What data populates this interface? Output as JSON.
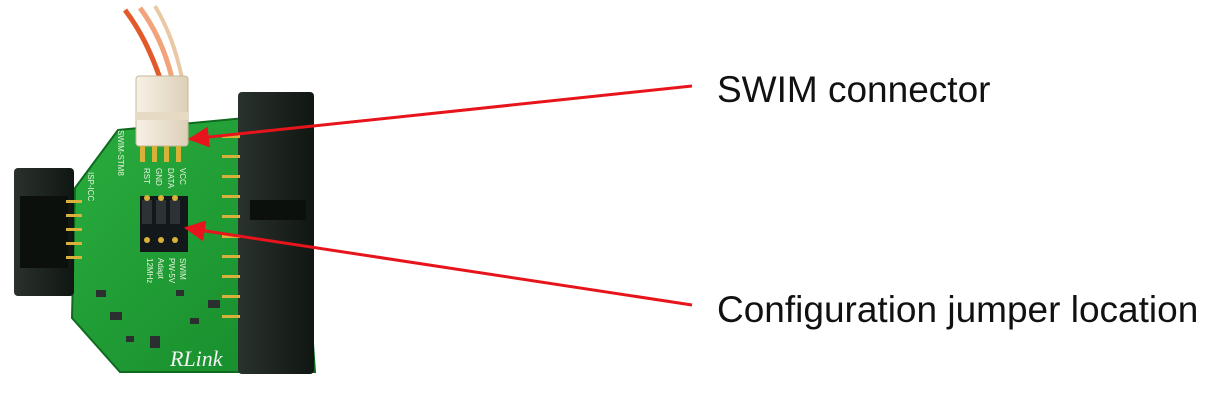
{
  "callouts": {
    "swim_connector": "SWIM connector",
    "config_jumper": "Configuration jumper location"
  },
  "board": {
    "logo": "RLink",
    "silkscreen": {
      "swim_stm8": "SWIM-STM8",
      "swim_pins": [
        "VCC",
        "DATA",
        "GND",
        "RST"
      ],
      "jumpers": [
        "SWIM",
        "PW-5V",
        "Adapt",
        "12MHz"
      ],
      "isp_header": "ISP-ICC"
    }
  },
  "colors": {
    "arrow": "#e8141c",
    "pcb": "#1f9a33",
    "header": "#17201b",
    "connector": "#f1e8d8"
  }
}
